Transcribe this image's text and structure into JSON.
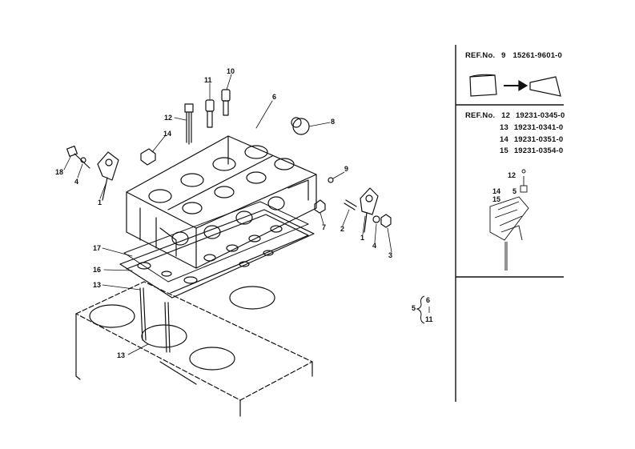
{
  "callouts": {
    "c18": "18",
    "c4a": "4",
    "c1a": "1",
    "c12": "12",
    "c11": "11",
    "c10": "10",
    "c14": "14",
    "c6": "6",
    "c8": "8",
    "c9": "9",
    "c7": "7",
    "c2": "2",
    "c1b": "1",
    "c4b": "4",
    "c3": "3",
    "c17": "17",
    "c16": "16",
    "c13a": "13",
    "c13b": "13",
    "c5": "5",
    "c6b": "6",
    "c11b": "11"
  },
  "ref_panel": {
    "ref9_label": "REF.No.",
    "ref9_num": "9",
    "ref9_part": "15261-9601-0",
    "ref12_label": "REF.No.",
    "ref12_num": "12",
    "ref12_part": "19231-0345-0",
    "ref13_num": "13",
    "ref13_part": "19231-0341-0",
    "ref14_num": "14",
    "ref14_part": "19231-0351-0",
    "ref15_num": "15",
    "ref15_part": "19231-0354-0",
    "mini_12": "12",
    "mini_14": "14",
    "mini_5": "5",
    "mini_15": "15"
  }
}
